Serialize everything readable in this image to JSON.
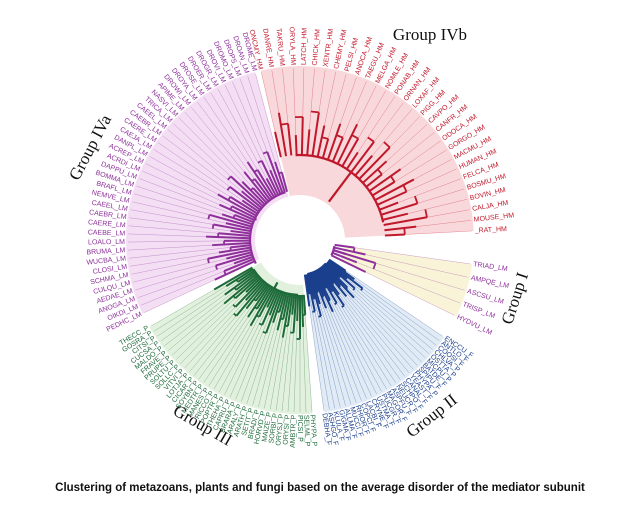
{
  "caption": "Clustering of metazoans, plants and fungi based on the average disorder of the mediator subunit",
  "groups": [
    {
      "id": "IVb",
      "label": "Group IVb",
      "color": "#c0182b",
      "fill": "#f6c7cc",
      "leaves": [
        "_RAT_HM",
        "MOUSE_HM",
        "CALJA_HM",
        "BOVIN_HM",
        "BOSMU_HM",
        "FELCA_HM",
        "HUMAN_HM",
        "MACMU_HM",
        "GORGO_HM",
        "ODOCA_HM",
        "CANFR_HM",
        "CAVPO_HM",
        "PIGG_HM",
        "LOXAF_HM",
        "ORNAN_HM",
        "PONAB_HM",
        "NOMLE_HM",
        "MELGA_HM",
        "TAEGU_HM",
        "ANOCA_HM",
        "PELSI_HM",
        "CHEMY_HM",
        "XENTR_HM",
        "CHICK_HM",
        "LATCH_HM",
        "ORYLA_HM",
        "TAKRU_HM",
        "DANRE_HM",
        "ONCMY_HM"
      ]
    },
    {
      "id": "IVa",
      "label": "Group IVa",
      "color": "#8e2f9a",
      "fill": "#eed0ef",
      "leaves": [
        "DROME_LM",
        "DROAN_LM",
        "DROPS_LM",
        "DROMO_LM",
        "DROVI_LM",
        "DROGR_LM",
        "DROER_LM",
        "DROSE_LM",
        "DROYA_LM",
        "DROWI_LM",
        "APIME_LM",
        "NASVI_LM",
        "TRICA_LM",
        "CAEEL_LM",
        "CAEBR_LM",
        "CAERE_LM",
        "CAEJA_LM",
        "DANPL_LM",
        "ACREP_LM",
        "ACRDI_LM",
        "DAPPU_LM",
        "BOMMA_LM",
        "BRAFL_LM",
        "NEMVE_LM",
        "CAEEL_LM",
        "CAEBR_LM",
        "CAERE_LM",
        "CAEBE_LM",
        "LOALO_LM",
        "BRUMA_LM",
        "WUCBA_LM",
        "CLOSI_LM",
        "SCHMA_LM",
        "CULQU_LM",
        "AEDAE_LM",
        "ANOGA_LM",
        "OIKDI_LM",
        "PEDHC_LM"
      ]
    },
    {
      "id": "I",
      "label": "Group I",
      "color": "#8e2f9a",
      "fill": "#f7f0c8",
      "leaves": [
        "TRIAD_LM",
        "AMPQE_LM",
        "ASCSU_LM",
        "TRISP_LM",
        "HYDVU_LM"
      ]
    },
    {
      "id": "II",
      "label": "Group II",
      "color": "#1a3f8c",
      "fill": "#d4e2f2",
      "leaves": [
        "ENCCU_F",
        "ANTLO_F",
        "COOSI_F",
        "CHLVA_P",
        "OSTTA_P",
        "MICPU_P",
        "BATDE_F",
        "SPIPU_F",
        "PHYPA_P",
        "YEAST_F",
        "CANAL_F",
        "SCHPO_F",
        "NEUCR_F",
        "ASPFU_F",
        "MAGOR_F",
        "PUCGR_F",
        "USTMA_F",
        "CRYNE_F",
        "LACBI_F",
        "COPCI_F",
        "RHIOR_F",
        "MUCCI_F",
        "ALLMA_F",
        "GIGMA_F",
        "KLULA_F",
        "ASHGO_F",
        "DEBHA_F"
      ]
    },
    {
      "id": "III",
      "label": "Group III",
      "color": "#1e6b3a",
      "fill": "#d6ebcf",
      "leaves": [
        "PHYPA_P",
        "SELML_P",
        "PICSI_P",
        "AMBTR_P",
        "ORYSI_P",
        "ORYSJ_P",
        "SORBI_P",
        "MAIZE_P",
        "HORVD_P",
        "BRADI_P",
        "SETIT_P",
        "ARATH_P",
        "ARALY_P",
        "BRARA_P",
        "CAPRU_P",
        "THEHA_P",
        "POPTR_P",
        "RICCO_P",
        "MANES_P",
        "MEDTR_P",
        "SOYBN_P",
        "CICAR_P",
        "LOTJA_P",
        "VITVI_P",
        "SOLLC_P",
        "SOLTU_P",
        "PRUPE_P",
        "FRAVE_P",
        "MALDO_P",
        "CUCSA_P",
        "CITSI_P",
        "GOSRA_P",
        "THECC_P"
      ]
    }
  ]
}
